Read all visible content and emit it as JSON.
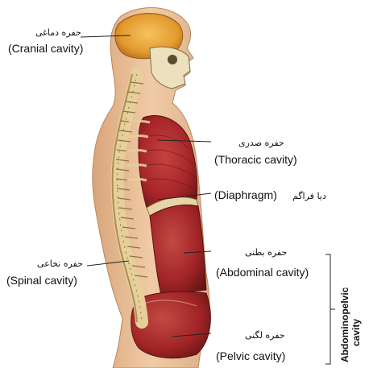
{
  "labels": {
    "cranial": {
      "fa": "حفره دماغی",
      "en": "(Cranial cavity)"
    },
    "thoracic": {
      "fa": "حفره صدری",
      "en": "(Thoracic cavity)"
    },
    "diaphragm": {
      "fa": "دیا فراگم",
      "en": "(Diaphragm)"
    },
    "spinal": {
      "fa": "حفره نخاعی",
      "en": "(Spinal cavity)"
    },
    "abdominal": {
      "fa": "حفره بطنی",
      "en": "(Abdominal cavity)"
    },
    "pelvic": {
      "fa": "حفره لگنی",
      "en": "(Pelvic cavity)"
    }
  },
  "bracket_label": {
    "line1": "Abdominopelvic",
    "line2": "cavity"
  },
  "colors": {
    "skin": "#e8c19a",
    "skin_shadow": "#c99a72",
    "skull_cavity": "#e9a13a",
    "organ_red": "#a8262a",
    "organ_dark": "#6d1516",
    "bone": "#f1e2b8",
    "bone_outline": "#8a7448"
  }
}
